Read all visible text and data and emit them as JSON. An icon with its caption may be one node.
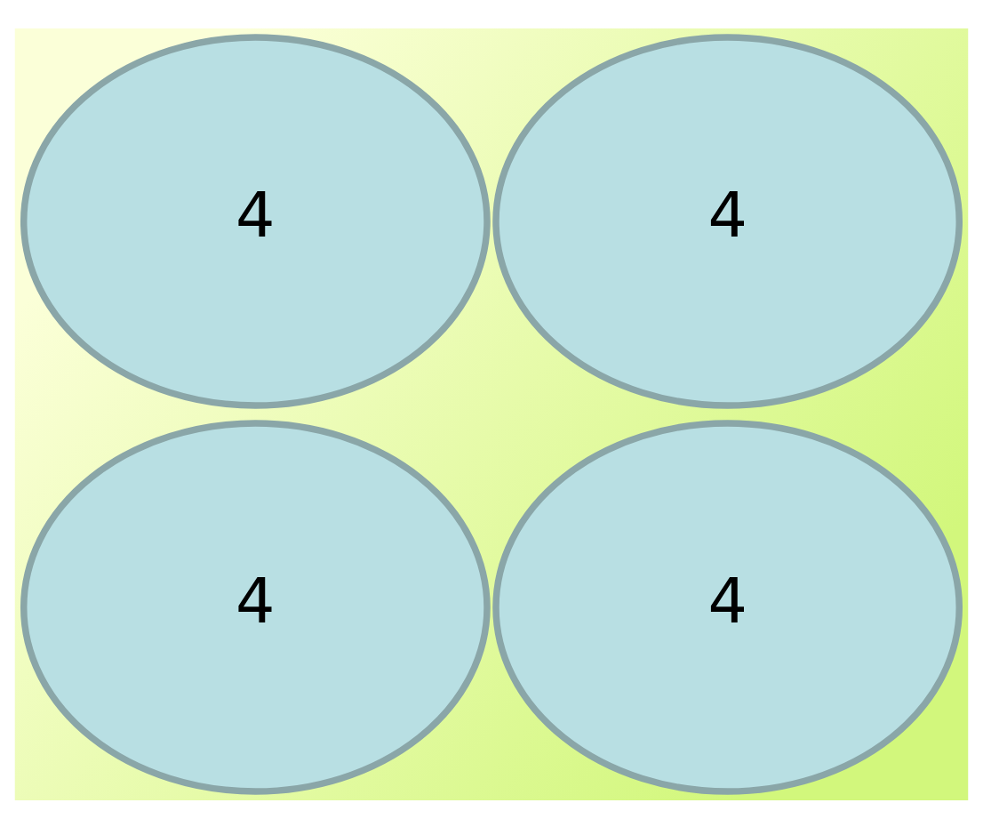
{
  "diagram": {
    "nodes": [
      {
        "text": [
          "4"
        ]
      },
      {
        "text": [
          "4"
        ]
      },
      {
        "text": [
          "4"
        ]
      },
      {
        "text": [
          "4"
        ]
      }
    ]
  }
}
